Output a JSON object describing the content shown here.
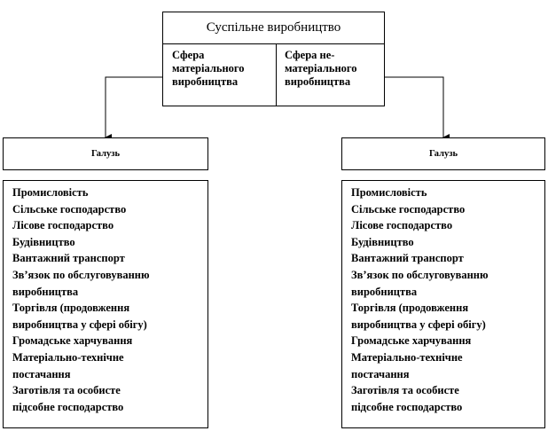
{
  "top": {
    "title": "Суспільне виробництво",
    "left_lines": [
      "Сфера",
      "матеріального",
      "виробництва"
    ],
    "right_lines": [
      "Сфера не-",
      "матеріального",
      "виробництва"
    ]
  },
  "left_branch": {
    "header": "Галузь",
    "lines": [
      "Промисловість",
      "Сільське  господарство",
      "Лісове господарство",
      "Будівництво",
      "Вантажний транспорт",
      "Зв’язок по обслуговуванню",
      "виробництва",
      "Торгівля  (продовження",
      "виробництва у сфері  обігу)",
      "Громадське харчування",
      "Матеріально-технічне",
      "постачання",
      "Заготівля  та особисте",
      "підсобне  господарство"
    ]
  },
  "right_branch": {
    "header": "Галузь",
    "lines": [
      "Промисловість",
      "Сільське  господарство",
      "Лісове господарство",
      "Будівництво",
      "Вантажний транспорт",
      "Зв’язок по обслуговуванню",
      "виробництва",
      "Торгівля  (продовження",
      "виробництва у сфері  обігу)",
      "Громадське харчування",
      "Матеріально-технічне",
      "постачання",
      "Заготівля  та особисте",
      "підсобне  господарство"
    ]
  }
}
